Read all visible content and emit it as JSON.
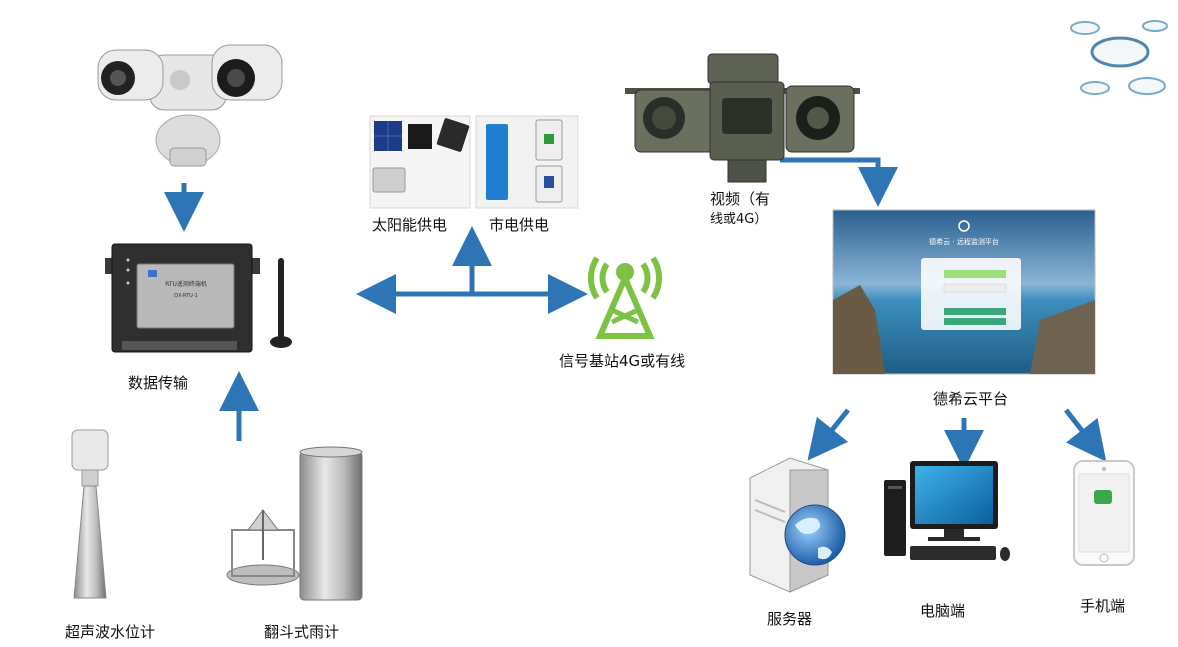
{
  "labels": {
    "data_transmission": "数据传输",
    "solar_power": "太阳能供电",
    "mains_power": "市电供电",
    "signal_station": "信号基站4G或有线",
    "video_line1": "视频（有",
    "video_line2": "线或4G）",
    "cloud_platform": "德希云平台",
    "server": "服务器",
    "pc": "电脑端",
    "mobile": "手机端",
    "ultrasonic_level": "超声波水位计",
    "rain_gauge": "翻斗式雨计"
  },
  "rtu": {
    "screen_title": "RTU遥测终端机",
    "model": "DX-RTU-1"
  },
  "login": {
    "title": "德希云 · 远程监测平台"
  },
  "colors": {
    "arrow": "#2e75b6",
    "signal_green": "#7dc242",
    "sea": "#3c8fbf"
  }
}
